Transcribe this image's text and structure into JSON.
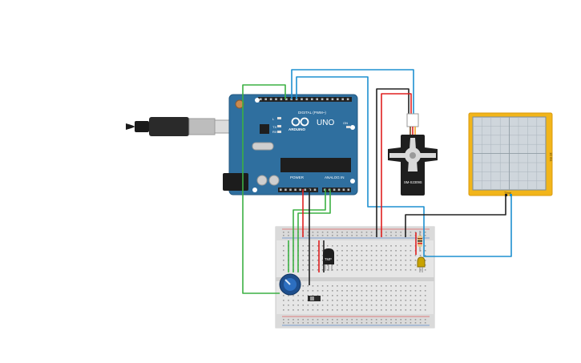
{
  "arduino": {
    "brand_label": "ARDUINO",
    "model_label": "UNO",
    "digital_label": "DIGITAL (PWM~)",
    "power_label": "POWER",
    "analog_label": "ANALOG IN",
    "tx_label": "TX",
    "rx_label": "RX",
    "l_label": "L",
    "on_label": "ON",
    "board_color": "#2f6f9f"
  },
  "servo": {
    "model_label": "SM-S2309S"
  },
  "temp_sensor": {
    "label": "TMP"
  },
  "oscilloscope": {
    "side_label": "10 ms",
    "bottom_label": "TIme"
  },
  "wire_colors": {
    "signal": "#1e90d0",
    "ground": "#222222",
    "power": "#e02020",
    "analog": "#3cb043"
  }
}
